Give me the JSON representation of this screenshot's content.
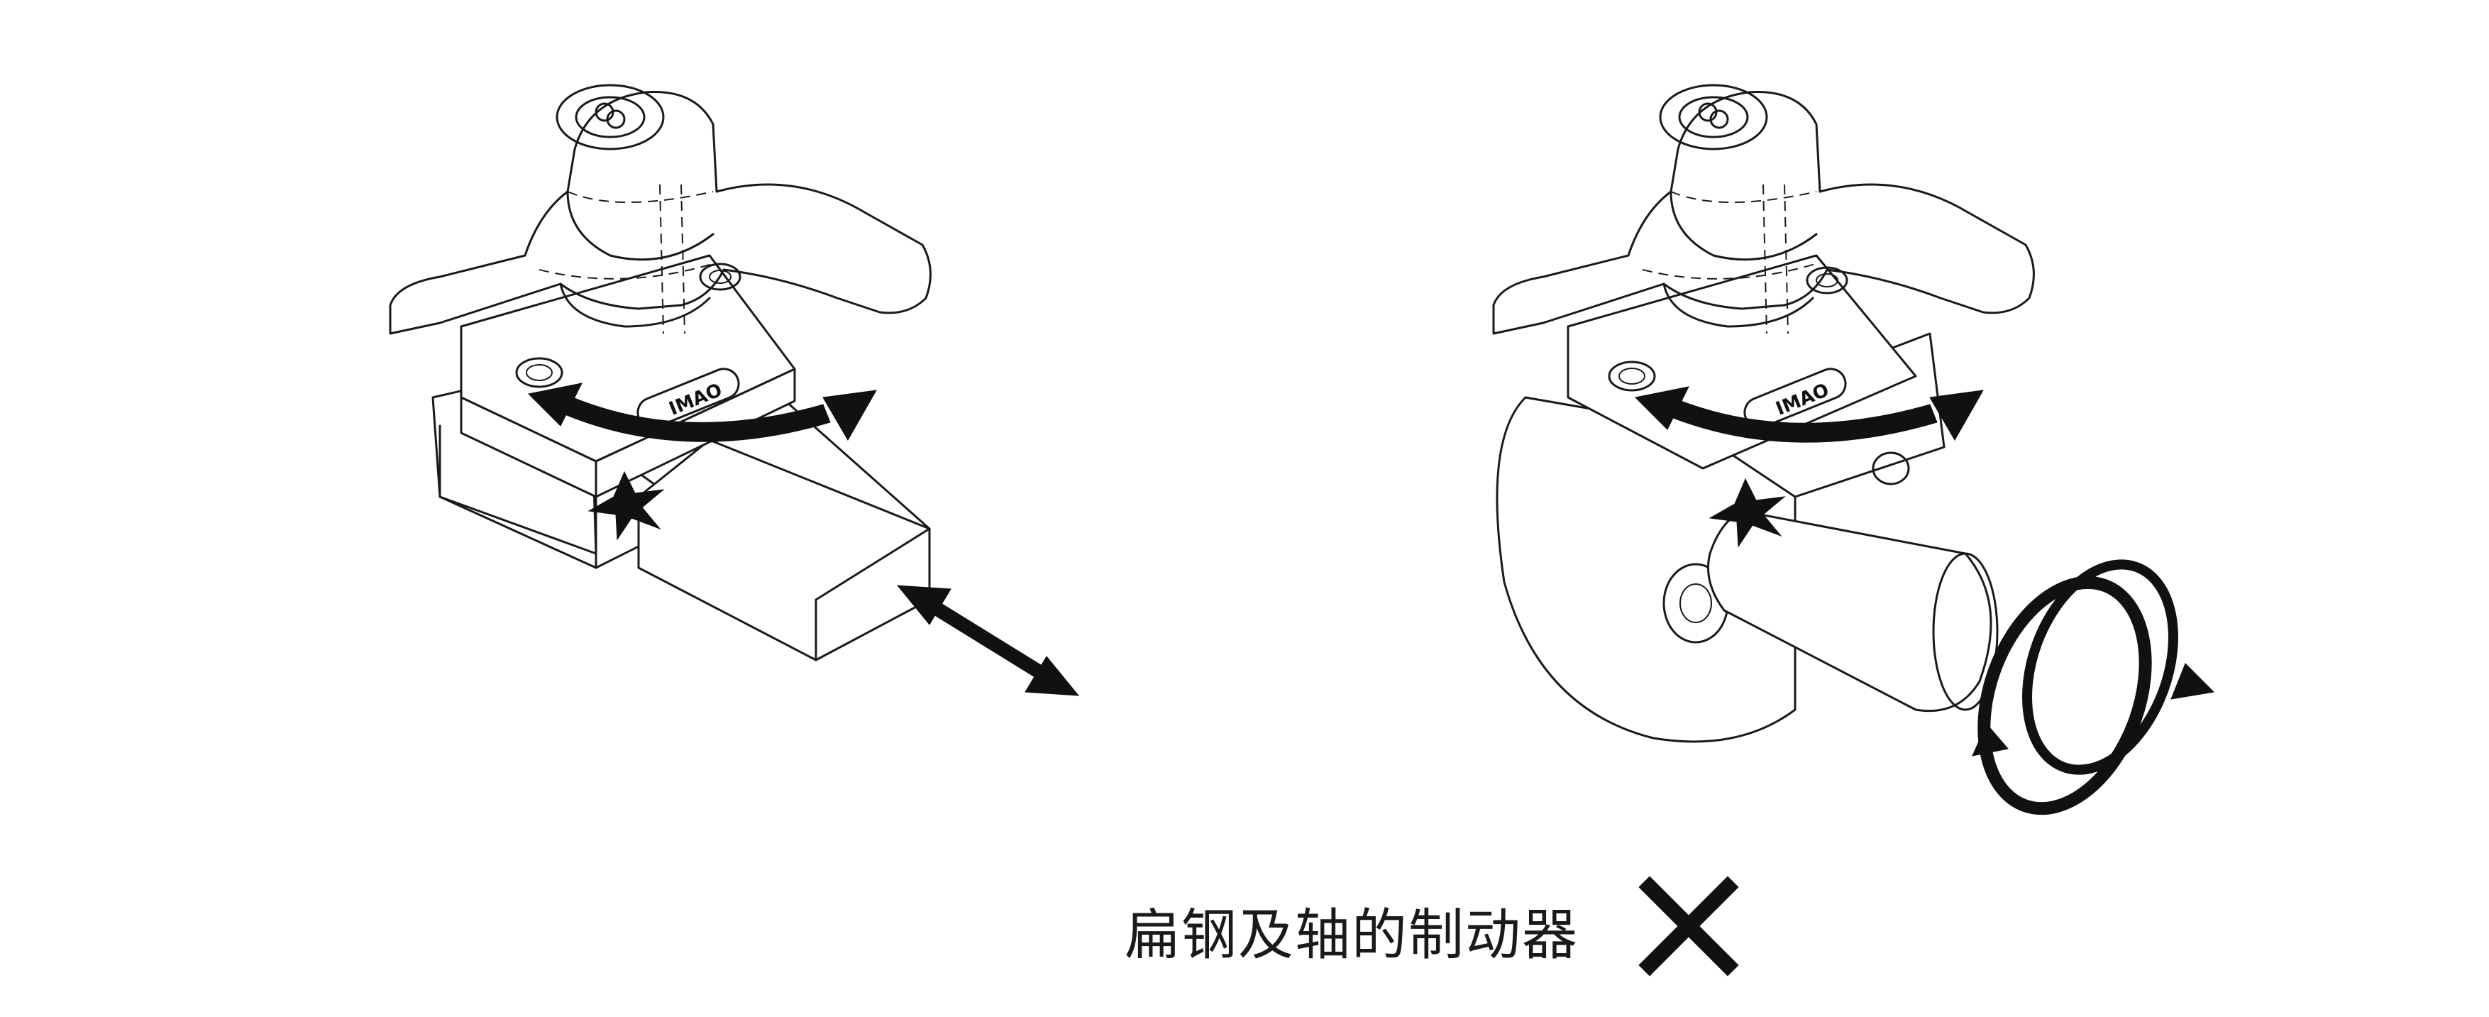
{
  "figure": {
    "left_illustration": {
      "name": "brake-on-flat-bar",
      "logo_text": "IMAO"
    },
    "right_illustration": {
      "name": "brake-on-shaft",
      "logo_text": "IMAO"
    }
  },
  "caption": {
    "text": "扁钢及轴的制动器",
    "verdict_symbol": "✕",
    "verdict_meaning": "not-applicable"
  }
}
